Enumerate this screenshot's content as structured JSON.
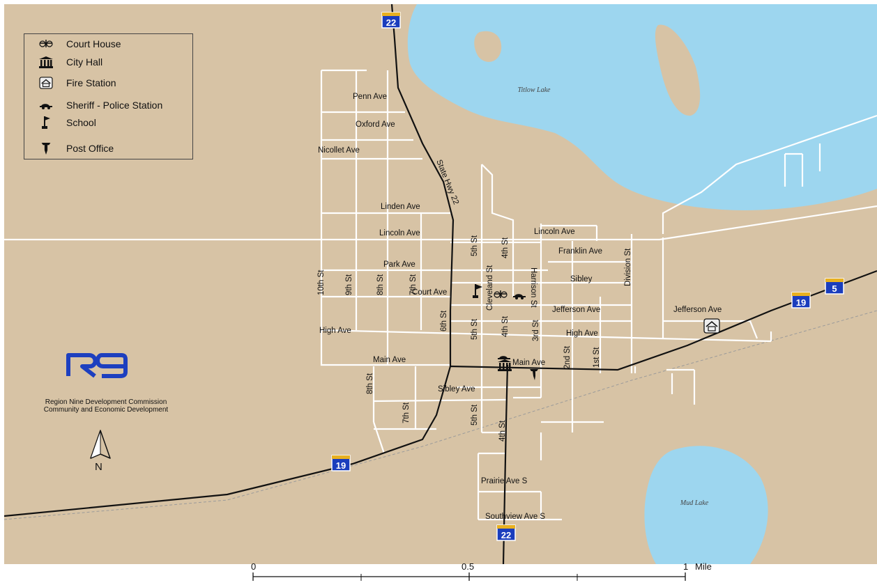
{
  "legend": {
    "items": [
      {
        "icon": "court-house-icon",
        "label": "Court House"
      },
      {
        "icon": "city-hall-icon",
        "label": "City Hall"
      },
      {
        "icon": "fire-station-icon",
        "label": "Fire Station"
      },
      {
        "icon": "police-station-icon",
        "label": "Sheriff - Police Station"
      },
      {
        "icon": "school-icon",
        "label": "School"
      },
      {
        "icon": "post-office-icon",
        "label": "Post Office"
      }
    ]
  },
  "lakes": {
    "north": "Titlow Lake",
    "south": "Mud Lake"
  },
  "highways": {
    "hwy22_top": "22",
    "hwy22_bottom": "22",
    "hwy19_left": "19",
    "hwy19_right": "19",
    "hwy5": "5"
  },
  "state_hwy_label": "State Hwy 22",
  "streets": {
    "penn": "Penn Ave",
    "oxford": "Oxford Ave",
    "nicollet": "Nicollet Ave",
    "linden": "Linden Ave",
    "lincoln_w": "Lincoln Ave",
    "lincoln_e": "Lincoln Ave",
    "franklin": "Franklin Ave",
    "park": "Park Ave",
    "sibley_e": "Sibley",
    "court": "Court Ave",
    "jefferson_w": "Jefferson Ave",
    "jefferson_e": "Jefferson Ave",
    "high_w": "High Ave",
    "high_e": "High Ave",
    "main_w": "Main Ave",
    "main_e": "Main Ave",
    "sibley_ave": "Sibley Ave",
    "prairie": "Prairie Ave S",
    "southview": "Southview Ave S",
    "tenth": "10th St",
    "ninth": "9th St",
    "eighth_n": "8th St",
    "seventh_n": "7th St",
    "sixth": "6th St",
    "fifth_n": "5th St",
    "fifth_m": "5th St",
    "fifth_s": "5th St",
    "fourth_n": "4th St",
    "fourth_m": "4th St",
    "fourth_s": "4th St",
    "cleveland": "Cleveland St",
    "harrison": "Harrison St",
    "third": "3rd St",
    "second": "2nd St",
    "first": "1st St",
    "division": "Division St",
    "eighth_s": "8th St",
    "seventh_s": "7th St"
  },
  "org": {
    "line1": "Region Nine Development Commission",
    "line2": "Community and Economic Development"
  },
  "north_label": "N",
  "scale": {
    "zero": "0",
    "half": "0.5",
    "one": "1",
    "unit": "Mile"
  }
}
